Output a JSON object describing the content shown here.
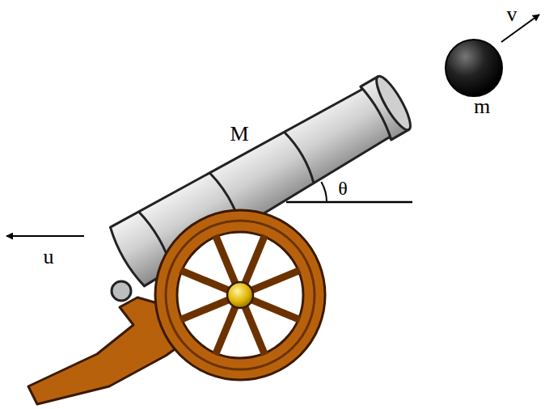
{
  "diagram": {
    "labels": [
      "M",
      "θ",
      "v",
      "m",
      "u"
    ]
  }
}
